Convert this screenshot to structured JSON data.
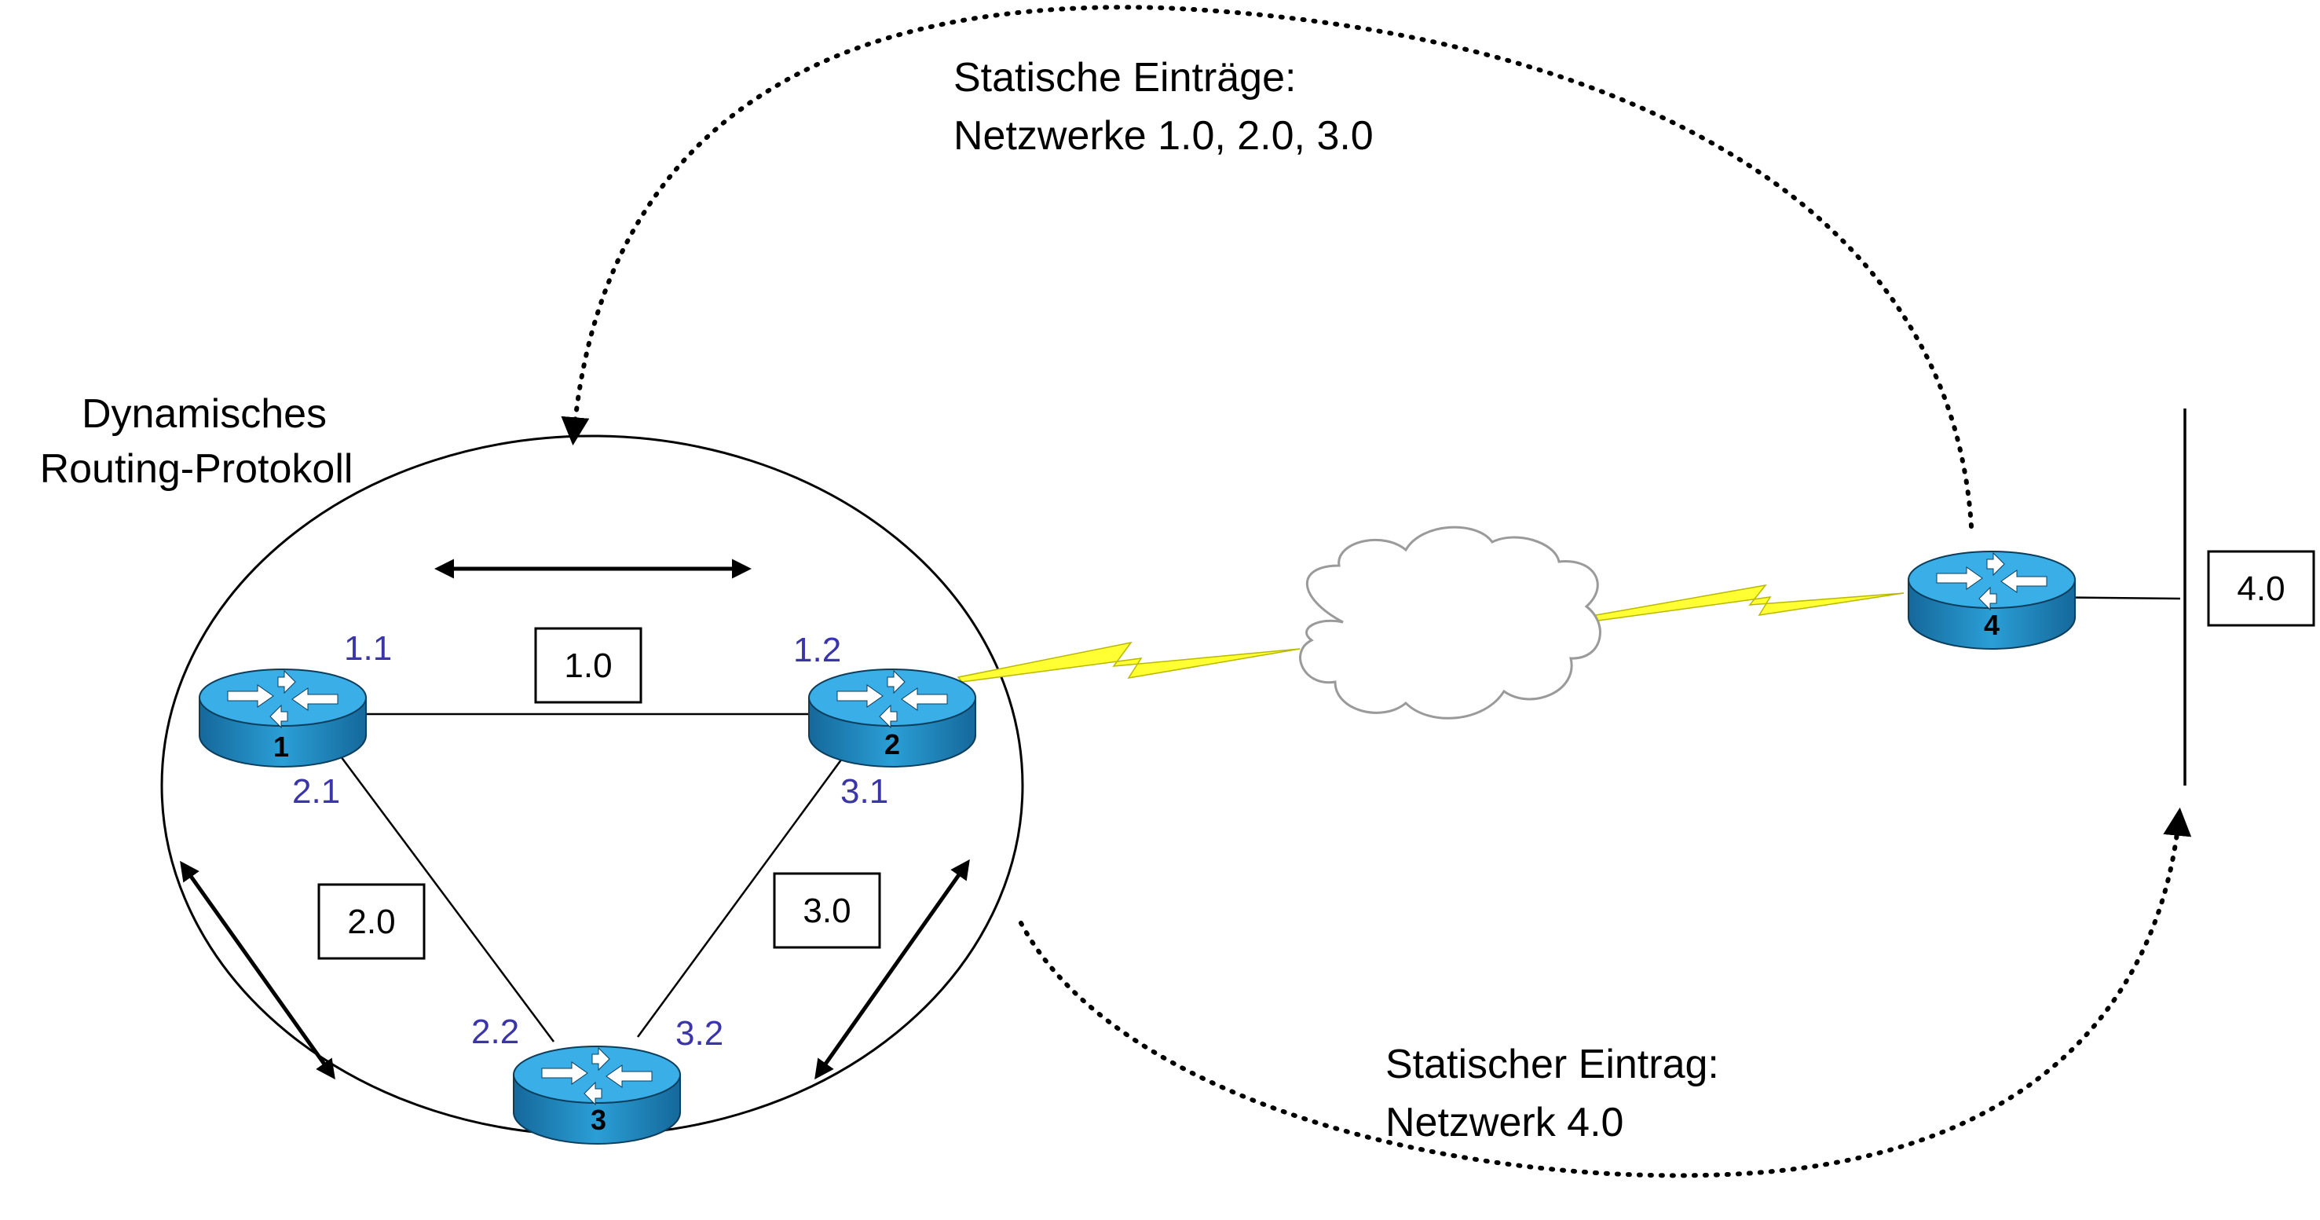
{
  "labels": {
    "dynamic_line1": "Dynamisches",
    "dynamic_line2": "Routing-Protokoll",
    "static_top_line1": "Statische Einträge:",
    "static_top_line2": "Netzwerke 1.0, 2.0, 3.0",
    "static_bottom_line1": "Statischer Eintrag:",
    "static_bottom_line2": "Netzwerk 4.0"
  },
  "routers": [
    {
      "id": "1"
    },
    {
      "id": "2"
    },
    {
      "id": "3"
    },
    {
      "id": "4"
    }
  ],
  "networks": [
    "1.0",
    "2.0",
    "3.0",
    "4.0"
  ],
  "interfaces": {
    "r1_to_r2": "1.1",
    "r2_to_r1": "1.2",
    "r1_to_r3": "2.1",
    "r3_to_r1": "2.2",
    "r2_to_r3": "3.1",
    "r3_to_r2": "3.2"
  },
  "colors": {
    "router_blue": "#1f8fc7",
    "ip_text": "#3a35a8",
    "serial_link": "#ffff33"
  }
}
